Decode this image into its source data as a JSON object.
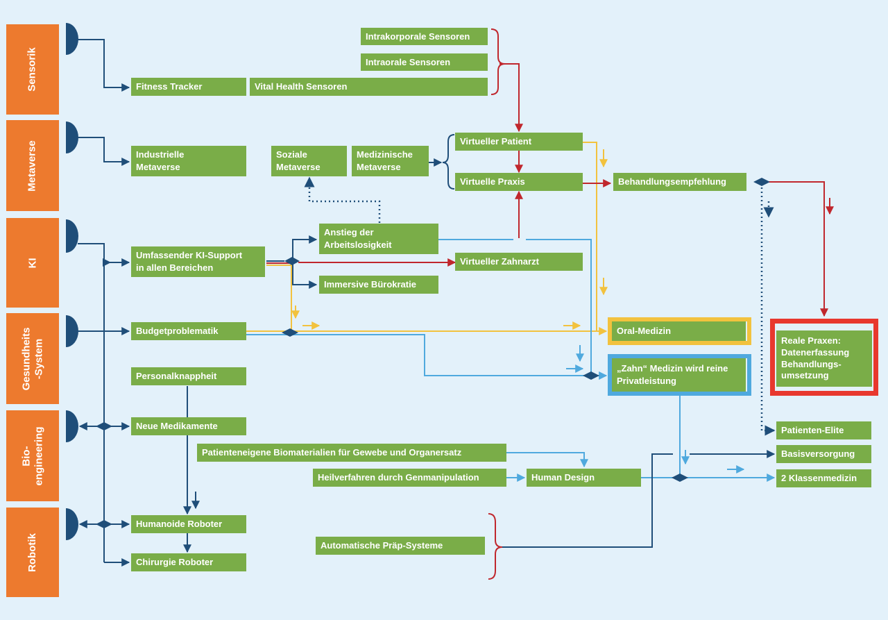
{
  "categories": [
    {
      "id": "sensorik",
      "label": "Sensorik"
    },
    {
      "id": "metaverse",
      "label": "Metaverse"
    },
    {
      "id": "ki",
      "label": "KI"
    },
    {
      "id": "gesundheit",
      "label": "Gesundheits\n-System"
    },
    {
      "id": "bio",
      "label": "Bio-\nengineering"
    },
    {
      "id": "robotik",
      "label": "Robotik"
    }
  ],
  "nodes": {
    "fitness_tracker": "Fitness Tracker",
    "vital_health": "Vital Health Sensoren",
    "intrakorporale": "Intrakorporale Sensoren",
    "intraorale": "Intraorale Sensoren",
    "industrielle_metaverse": "Industrielle\nMetaverse",
    "soziale_metaverse": "Soziale\nMetaverse",
    "medizinische_metaverse": "Medizinische\nMetaverse",
    "virtueller_patient": "Virtueller Patient",
    "virtuelle_praxis": "Virtuelle Praxis",
    "behandlungsempfehlung": "Behandlungsempfehlung",
    "ki_support": "Umfassender KI-Support\nin allen Bereichen",
    "arbeitslosigkeit": "Anstieg der\nArbeitslosigkeit",
    "virtueller_zahnarzt": "Virtueller Zahnarzt",
    "buerokratie": "Immersive Bürokratie",
    "budget": "Budgetproblematik",
    "oral_medizin": "Oral-Medizin",
    "zahn_medizin": "„Zahn“ Medizin wird reine\nPrivatleistung",
    "reale_praxen": "Reale Praxen:\nDatenerfassung\nBehandlungs-\numsetzung",
    "personal": "Personalknappheit",
    "medikamente": "Neue Medikamente",
    "biomaterialien": "Patienteneigene Biomaterialien für Gewebe und Organersatz",
    "genmanipulation": "Heilverfahren durch Genmanipulation",
    "human_design": "Human Design",
    "patienten_elite": "Patienten-Elite",
    "basisversorgung": "Basisversorgung",
    "klassenmedizin": "2 Klassenmedizin",
    "humanoide": "Humanoide Roboter",
    "chirurgie": "Chirurgie Roboter",
    "praep": "Automatische Präp-Systeme"
  },
  "colors": {
    "background": "#e3f1fa",
    "category": "#ed7a2e",
    "node": "#7aad48",
    "navy": "#1f4e79",
    "red": "#c0272d",
    "yellow": "#f2c23e",
    "blue": "#4fa9de",
    "frame_yellow": "#f2c23e",
    "frame_blue": "#4fa9de",
    "frame_red": "#e8382e"
  }
}
